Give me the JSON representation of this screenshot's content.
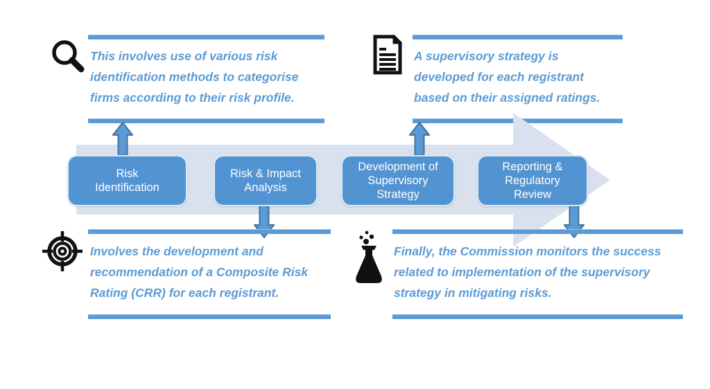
{
  "diagram": {
    "stages": [
      {
        "label": "Risk\nIdentification"
      },
      {
        "label": "Risk & Impact\nAnalysis"
      },
      {
        "label": "Development of\nSupervisory\nStrategy"
      },
      {
        "label": "Reporting &\nRegulatory\nReview"
      }
    ],
    "callouts": {
      "top_left": {
        "icon": "magnifier-icon",
        "text": "This involves use of various risk\nidentification methods to categorise\nfirms according to their risk profile."
      },
      "top_right": {
        "icon": "document-icon",
        "text": "A supervisory strategy is\ndeveloped for each registrant\nbased on their assigned ratings."
      },
      "bottom_left": {
        "icon": "target-icon",
        "text": "Involves the development and\nrecommendation of a Composite Risk\nRating (CRR) for each registrant."
      },
      "bottom_right": {
        "icon": "flask-icon",
        "text": "Finally, the Commission monitors the success\nrelated to implementation of the supervisory\nstrategy in mitigating risks."
      }
    },
    "colors": {
      "accent_blue": "#5B9BD5",
      "box_fill": "#5294D2",
      "small_arrow_outline": "#41719C",
      "flow_band": "#D9E1EF",
      "icon_black": "#111111",
      "callout_text": "#5B9BD5"
    }
  }
}
